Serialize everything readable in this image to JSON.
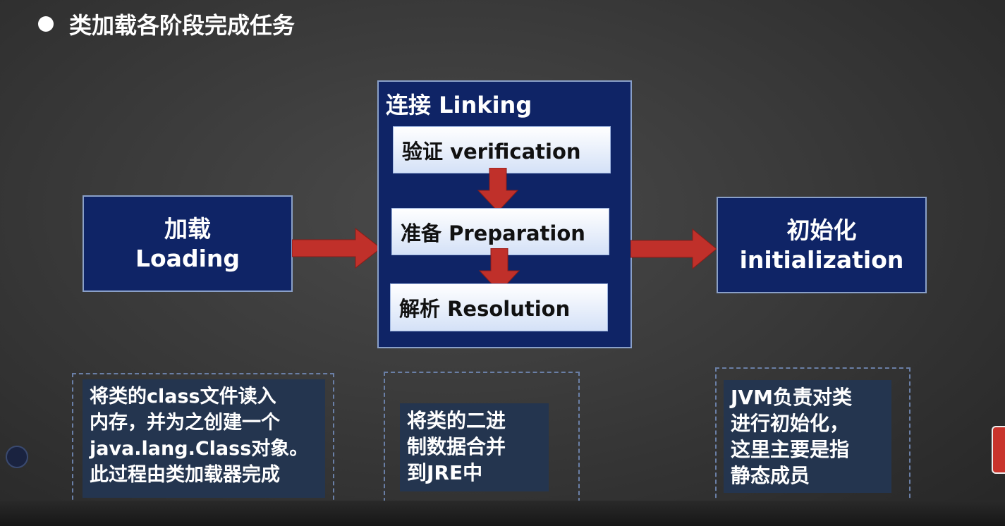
{
  "slide": {
    "title": "类加载各阶段完成任务"
  },
  "loading": {
    "line1": "加载",
    "line2": "Loading"
  },
  "linking": {
    "label": "连接 Linking",
    "verification": "验证 verification",
    "preparation": "准备 Preparation",
    "resolution": "解析 Resolution"
  },
  "initialization": {
    "line1": "初始化",
    "line2": "initialization"
  },
  "notes": {
    "loading": "将类的class文件读入\n内存，并为之创建一个\njava.lang.Class对象。\n此过程由类加载器完成",
    "linking": "将类的二进\n制数据合并\n到JRE中",
    "initialization": "JVM负责对类\n进行初始化，\n这里主要是指\n静态成员"
  },
  "colors": {
    "box_fill": "#0f2466",
    "arrow_red": "#c0302a",
    "note_fill": "#24354f"
  }
}
